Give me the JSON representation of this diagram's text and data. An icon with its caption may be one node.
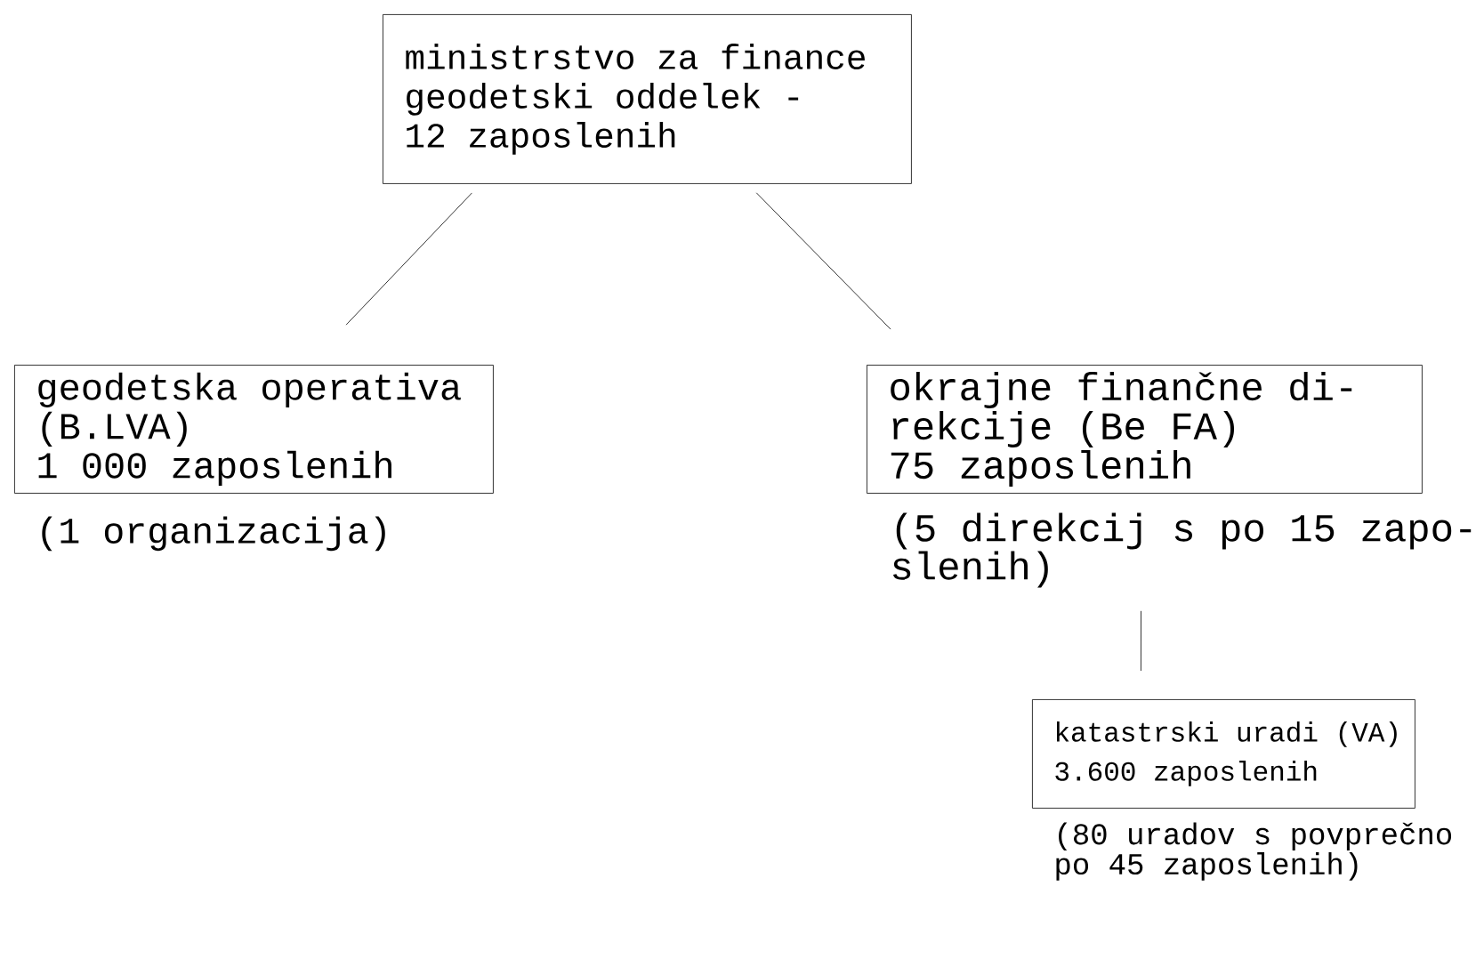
{
  "diagram": {
    "nodes": [
      {
        "text": [
          "ministrstvo za finance geodetski oddelek -",
          "12 zaposlenih"
        ]
      },
      {
        "text": [
          "geodetska operativa (B.LVA)",
          "1 000 zaposlenih"
        ],
        "beside": [
          "(1 organizacija)"
        ]
      },
      {
        "text": [
          "okrajne finančne di- rekcije (Be FA)",
          "75 zaposlenih"
        ],
        "beside": [
          "(5 direkcij s po 15 zapo- slenih)"
        ]
      },
      {
        "text": [
          "katastrski uradi (VA)",
          "3.600 zaposlenih"
        ],
        "beside": [
          "(80 uradov s povprečno po 45 zaposlenih)"
        ]
      }
    ],
    "edges": [
      {
        "from": 0,
        "to": 1,
        "arrow": "none"
      },
      {
        "from": 0,
        "to": 2,
        "arrow": "none"
      },
      {
        "from": 2,
        "to": 3,
        "arrow": "none"
      }
    ]
  }
}
